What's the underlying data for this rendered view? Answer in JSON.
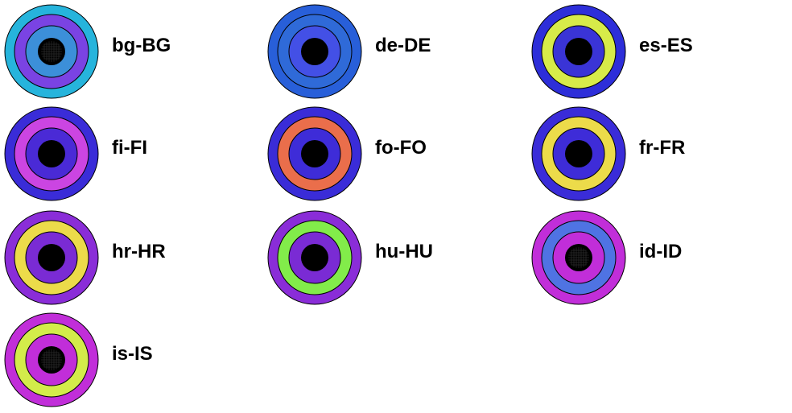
{
  "items": [
    {
      "label": "bg-BG",
      "rings": [
        "#26b4dc",
        "#7a43e3",
        "#3c8fd9"
      ],
      "grid": true
    },
    {
      "label": "de-DE",
      "rings": [
        "#285fd9",
        "#2f6ad8",
        "#4350e6"
      ],
      "grid": false
    },
    {
      "label": "es-ES",
      "rings": [
        "#2d2ed9",
        "#d7eb49",
        "#3a34d6"
      ],
      "grid": false
    },
    {
      "label": "fi-FI",
      "rings": [
        "#3a2cd8",
        "#cb45e2",
        "#4a2ad6"
      ],
      "grid": false
    },
    {
      "label": "fo-FO",
      "rings": [
        "#3a2cd8",
        "#ea6e4b",
        "#3e2cd8"
      ],
      "grid": false
    },
    {
      "label": "fr-FR",
      "rings": [
        "#3a2cd8",
        "#ecdb4a",
        "#3e2cd8"
      ],
      "grid": false
    },
    {
      "label": "hr-HR",
      "rings": [
        "#8a2dd8",
        "#ecdb4a",
        "#7a2bd4"
      ],
      "grid": false
    },
    {
      "label": "hu-HU",
      "rings": [
        "#8a2dd8",
        "#82ec4a",
        "#7a2bd4"
      ],
      "grid": false
    },
    {
      "label": "id-ID",
      "rings": [
        "#c12ed9",
        "#4f73e3",
        "#c12ed9"
      ],
      "grid": true
    },
    {
      "label": "is-IS",
      "rings": [
        "#c12ed9",
        "#d3ec4a",
        "#c12ed9"
      ],
      "grid": true
    }
  ]
}
